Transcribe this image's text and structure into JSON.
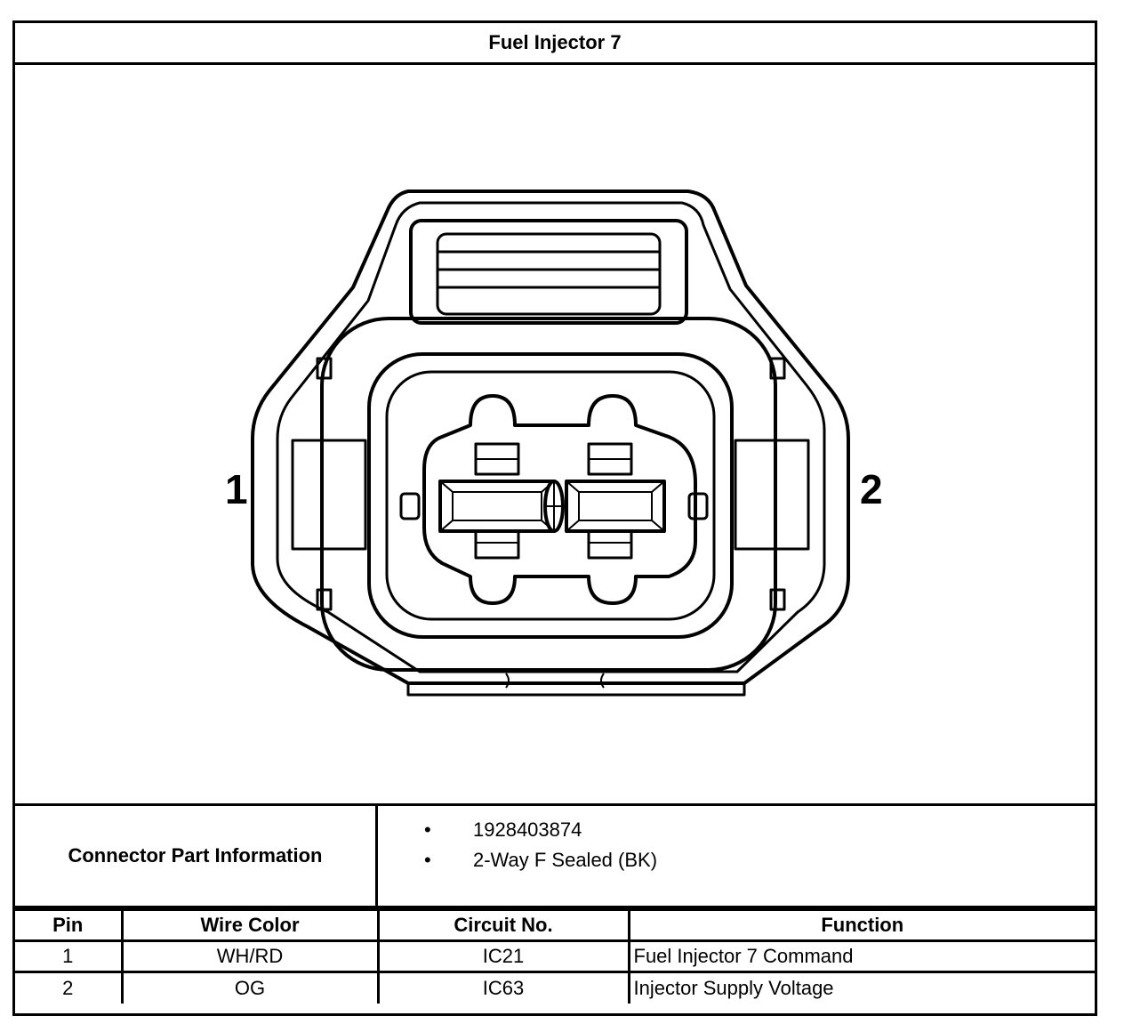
{
  "title": "Fuel Injector 7",
  "diagram": {
    "pin_label_left": "1",
    "pin_label_right": "2"
  },
  "connector_info": {
    "label": "Connector Part Information",
    "items": [
      "1928403874",
      "2-Way F Sealed (BK)"
    ],
    "bullet": "•"
  },
  "table": {
    "headers": [
      "Pin",
      "Wire Color",
      "Circuit No.",
      "Function"
    ],
    "rows": [
      [
        "1",
        "WH/RD",
        "IC21",
        "Fuel Injector 7 Command"
      ],
      [
        "2",
        "OG",
        "IC63",
        "Injector Supply Voltage"
      ]
    ]
  }
}
